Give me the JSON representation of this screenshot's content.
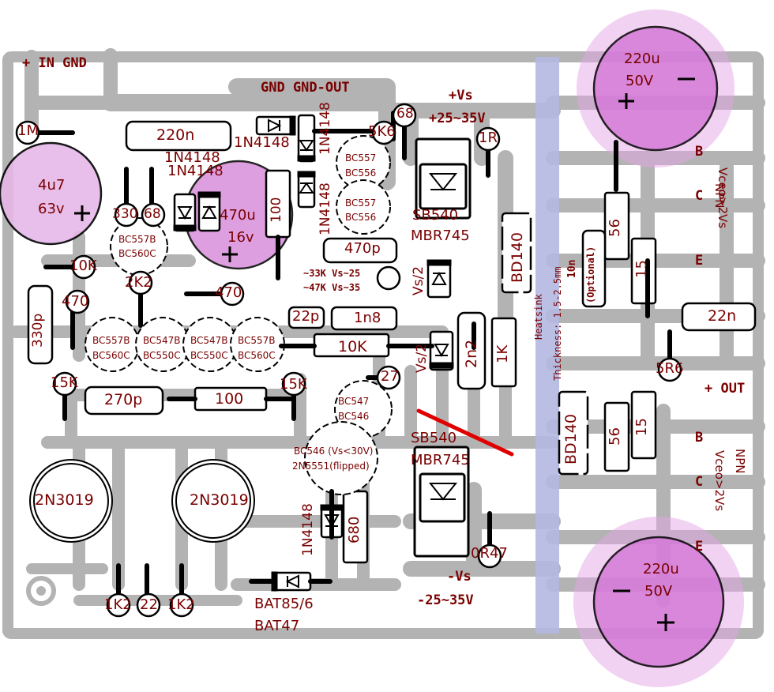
{
  "labels": {
    "in_gnd": "+ IN GND",
    "gnd_out": "GND GND-OUT",
    "vs_pos": "+Vs",
    "vs_pos_range": "+25~35V",
    "vs_neg": "-Vs",
    "vs_neg_range": "-25~35V",
    "out": "+ OUT",
    "npn_top": "NPN",
    "vceo_top": "Vceo>2Vs",
    "npn_bot": "NPN",
    "vceo_bot": "Vceo>2Vs",
    "b_top": "B",
    "c_top": "C",
    "e_top": "E",
    "b_bot": "B",
    "c_bot": "C",
    "e_bot": "E",
    "heatsink": "Heatsink",
    "thickness": "Thickness: 1.5-2.5mm",
    "r_33k": "~33K Vs~25",
    "r_47k": "~47K Vs~35"
  },
  "caps": {
    "c220u_top": "220u",
    "c220u_top_v": "50V",
    "c220u_bot": "220u",
    "c220u_bot_v": "50V",
    "c4u7": "4u7",
    "c4u7_v": "63v",
    "c470u": "470u",
    "c470u_v": "16v",
    "c220n": "220n",
    "c470p": "470p",
    "c22p": "22p",
    "c1n8": "1n8",
    "c330p": "330p",
    "c270p": "270p",
    "c22n": "22n",
    "c2n2": "2n2",
    "c10n": "10n",
    "optional": "(Optional)"
  },
  "resistors": {
    "r1m": "1M",
    "r10k_a": "10K",
    "r470_a": "470",
    "r2k2": "2K2",
    "r470_b": "470",
    "r330": "330",
    "r68_a": "68",
    "r100_a": "100",
    "r5k6": "5K6",
    "r68_b": "68",
    "r1r": "1R",
    "r10k_b": "10K",
    "r27": "27",
    "r15k_a": "15K",
    "r100_b": "100",
    "r15k_b": "15K",
    "r1k": "1K",
    "r56_a": "56",
    "r15_a": "15",
    "r56_b": "56",
    "r15_b": "15",
    "r5r6": "5R6",
    "r680": "680",
    "r0r47": "0R47",
    "r1k2_a": "1K2",
    "r22": "22",
    "r1k2_b": "1K2"
  },
  "semis": {
    "d_1n4148_a": "1N4148",
    "d_1n4148_b": "1N4148",
    "d_1n4148_c": "1N4148",
    "d_1n4148_v1": "1N4148",
    "d_1n4148_v2": "1N4148",
    "d_1n4148_v3": "1N4148",
    "sb540_top": "SB540",
    "mbr745_top": "MBR745",
    "sb540_bot": "SB540",
    "mbr745_bot": "MBR745",
    "bat85": "BAT85/6",
    "bat47": "BAT47",
    "vs2_top": "Vs/2",
    "vs2_bot": "Vs/2",
    "bd140_top": "BD140",
    "bd140_bot": "BD140",
    "q_bc557_a": "BC557",
    "q_bc556_a": "BC556",
    "q_bc557_b": "BC557",
    "q_bc556_b": "BC556",
    "q_bc557b_c": "BC557B",
    "q_bc560c_c": "BC560C",
    "q1_a": "BC557B",
    "q1_b": "BC560C",
    "q2_a": "BC547B",
    "q2_b": "BC550C",
    "q3_a": "BC547B",
    "q3_b": "BC550C",
    "q4_a": "BC557B",
    "q4_b": "BC560C",
    "q_bc547": "BC547",
    "q_bc546": "BC546",
    "q_bc546_note": "BC546 (Vs<30V)",
    "q_2n5551": "2N5551(flipped)",
    "q_2n3019_a": "2N3019",
    "q_2n3019_b": "2N3019"
  },
  "colors": {
    "trace": "#b3b3b3",
    "ink": "#7a0000",
    "cap_pink": "#e3a6e6",
    "cap_core": "#d57ad8",
    "heatsink": "#b3b8e0",
    "wire_red": "#e00000"
  }
}
